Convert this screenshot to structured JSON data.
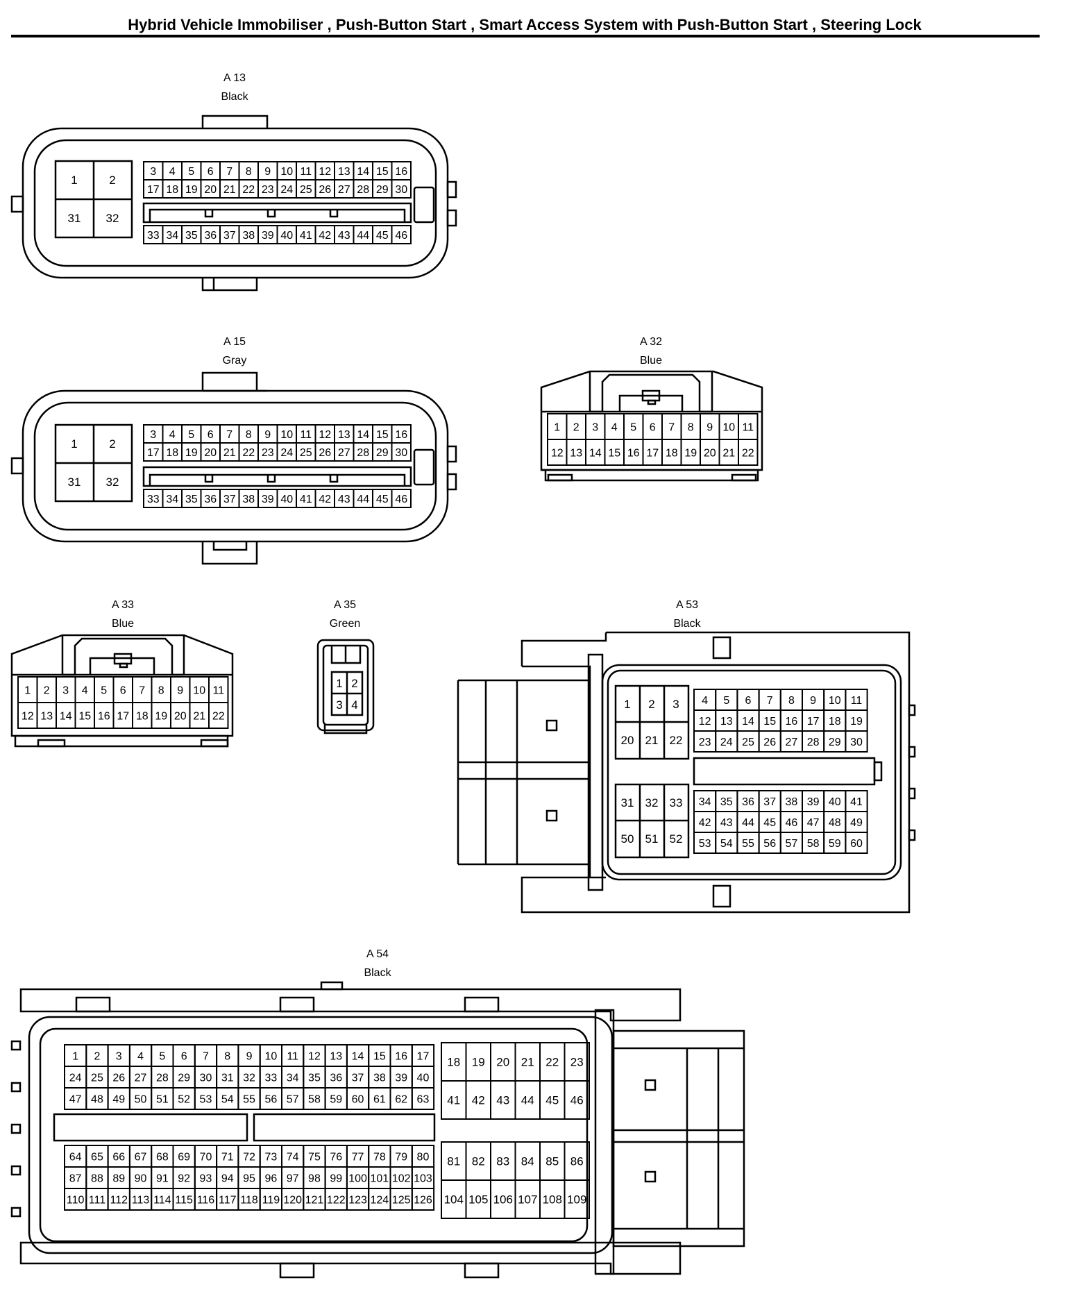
{
  "page": {
    "title": "Hybrid Vehicle Immobiliser , Push-Button Start , Smart Access System with Push-Button Start , Steering Lock"
  },
  "connectors": [
    {
      "id": "A 13",
      "color": "Black"
    },
    {
      "id": "A 15",
      "color": "Gray"
    },
    {
      "id": "A 32",
      "color": "Blue"
    },
    {
      "id": "A 33",
      "color": "Blue"
    },
    {
      "id": "A 35",
      "color": "Green"
    },
    {
      "id": "A 53",
      "color": "Black"
    },
    {
      "id": "A 54",
      "color": "Black"
    }
  ]
}
